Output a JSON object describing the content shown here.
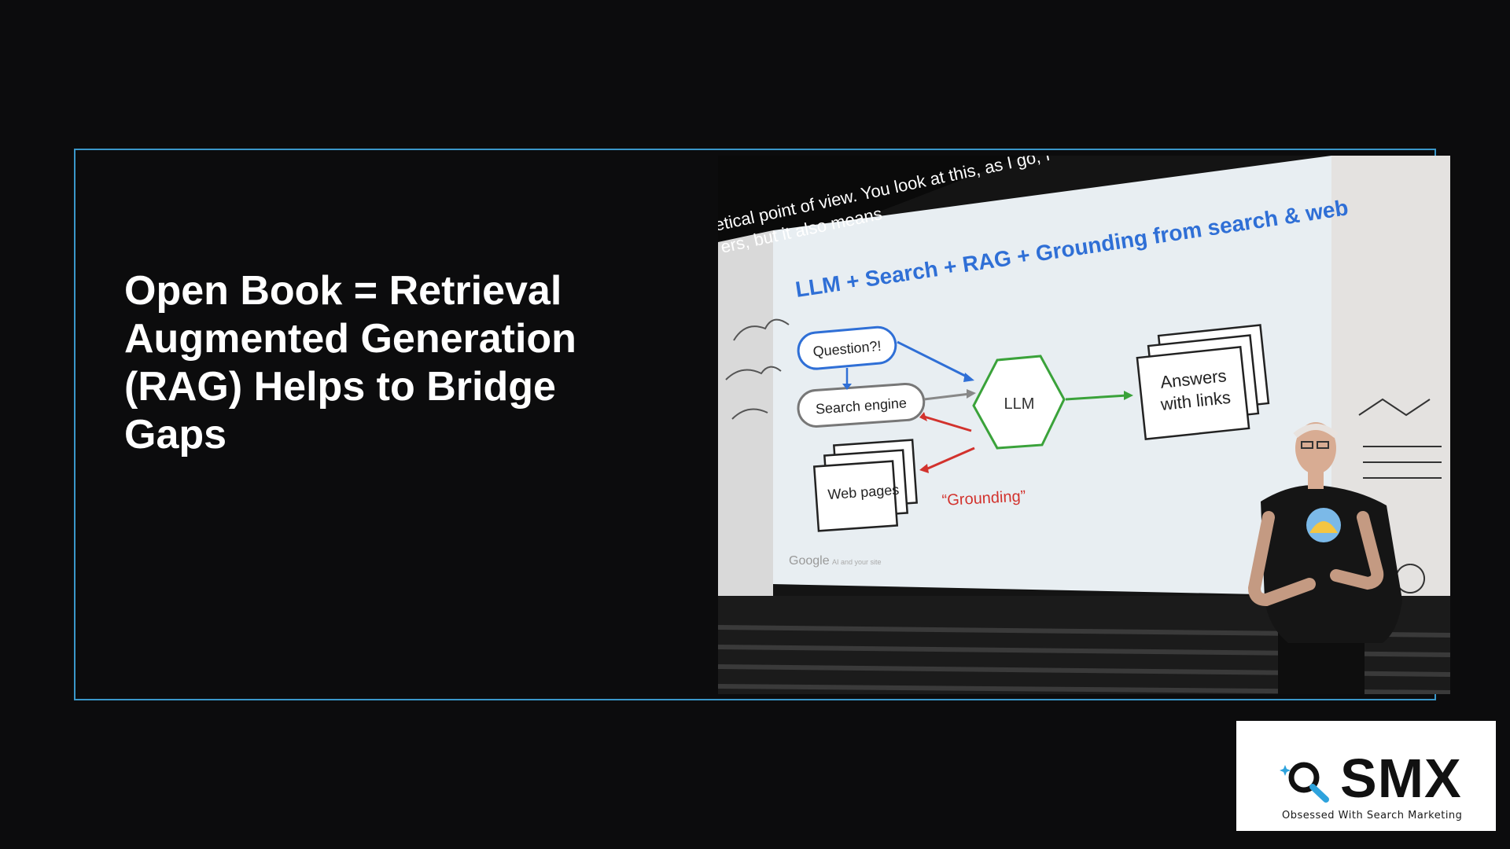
{
  "slide": {
    "title": "Open Book = Retrieval Augmented Generation (RAG) Helps to Bridge Gaps"
  },
  "photo": {
    "caption_line1": "etical point of view. You look at this, as I go, I",
    "caption_line2": "ers, but it also means",
    "screen_heading": "LLM + Search + RAG + Grounding from search & web",
    "node_question": "Question?!",
    "node_search": "Search engine",
    "node_llm": "LLM",
    "node_answers_line1": "Answers",
    "node_answers_line2": "with links",
    "node_webpages": "Web pages",
    "grounding_label": "“Grounding”",
    "footer_brand": "Google",
    "footer_note": "AI and your site"
  },
  "logo": {
    "wordmark": "SMX",
    "tagline": "Obsessed With Search Marketing",
    "icon": "magnifier-icon"
  },
  "colors": {
    "background": "#0c0c0d",
    "frame_border": "#3a97c9",
    "heading_blue": "#2f6fd6",
    "arrow_red": "#d2322d",
    "llm_green": "#3aa23a"
  }
}
